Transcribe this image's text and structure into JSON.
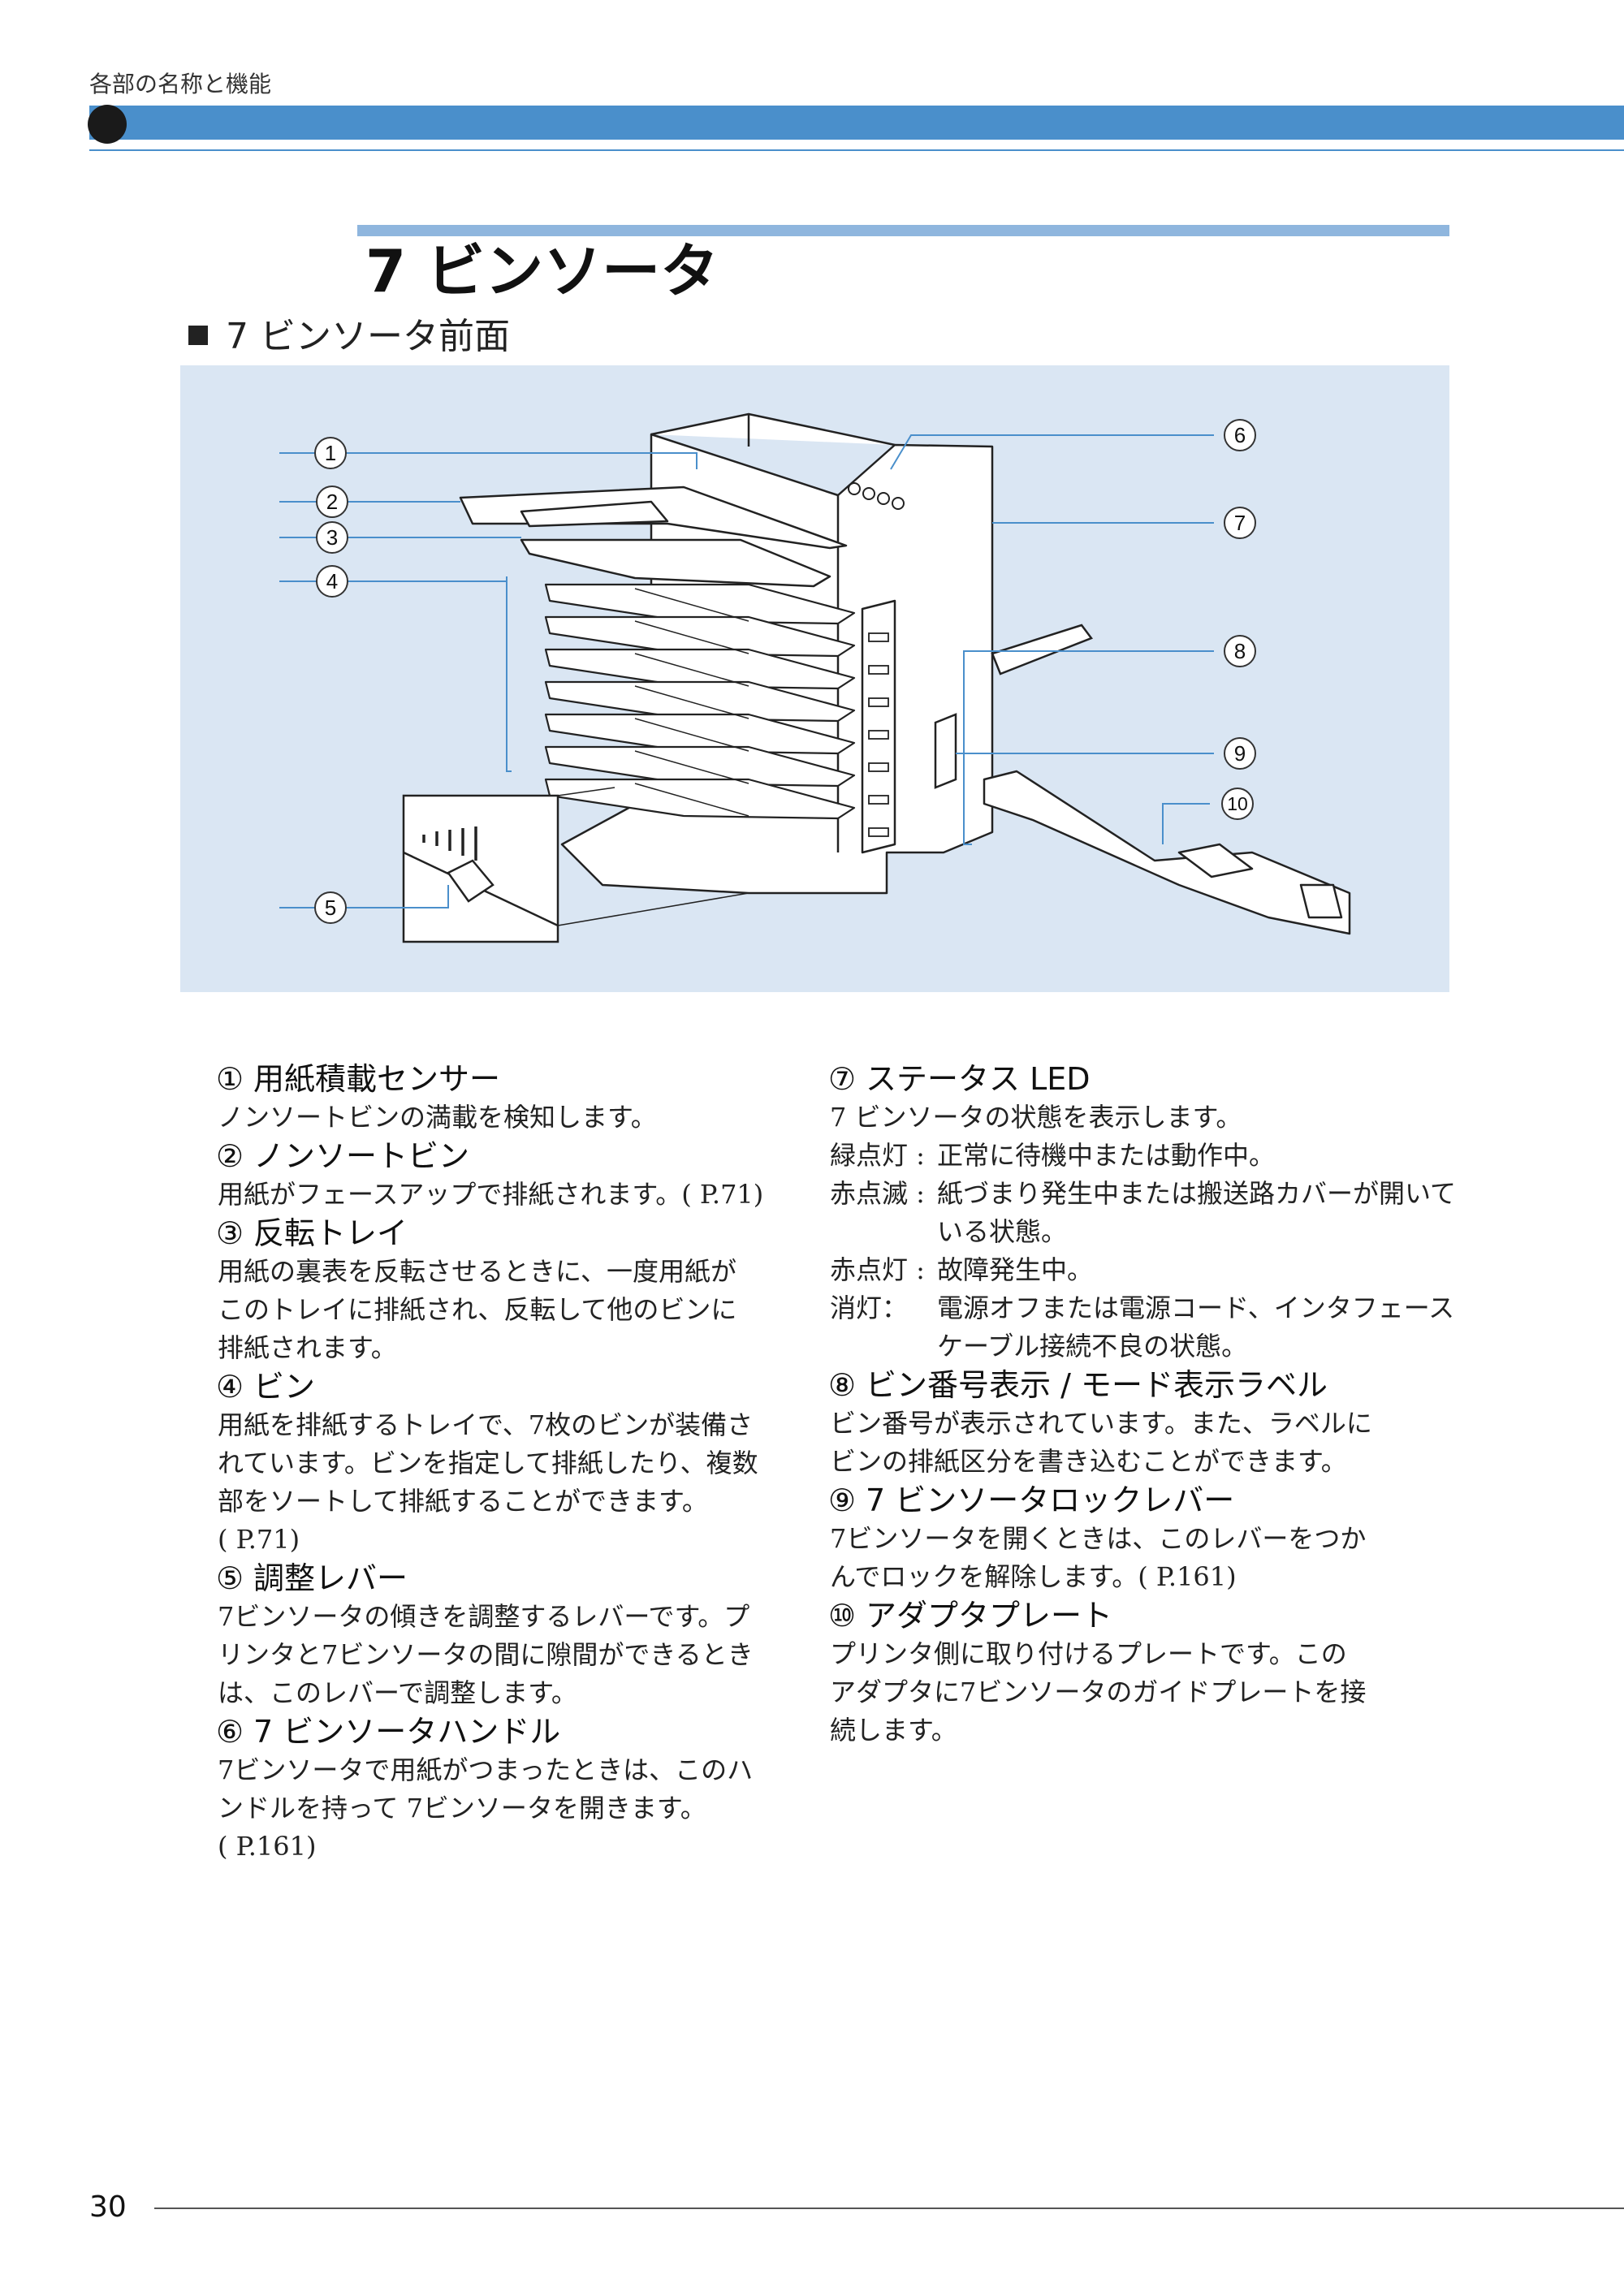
{
  "header": {
    "section_label": "各部の名称と機能"
  },
  "title": "7 ビンソータ",
  "subheading": "7 ビンソータ前面",
  "figure": {
    "callouts": [
      "1",
      "2",
      "3",
      "4",
      "5",
      "6",
      "7",
      "8",
      "9",
      "10"
    ]
  },
  "items_left": [
    {
      "num": "①",
      "title": "用紙積載センサー",
      "lines": [
        "ノンソートビンの満載を検知します。"
      ]
    },
    {
      "num": "②",
      "title": "ノンソートビン",
      "lines": [
        "用紙がフェースアップで排紙されます。( P.71)"
      ]
    },
    {
      "num": "③",
      "title": "反転トレイ",
      "lines": [
        "用紙の裏表を反転させるときに、一度用紙が",
        "このトレイに排紙され、反転して他のビンに",
        "排紙されます。"
      ]
    },
    {
      "num": "④",
      "title": "ビン",
      "lines": [
        "用紙を排紙するトレイで、7枚のビンが装備さ",
        "れています。ビンを指定して排紙したり、複数",
        "部をソートして排紙することができます。",
        "( P.71)"
      ]
    },
    {
      "num": "⑤",
      "title": "調整レバー",
      "lines": [
        "7ビンソータの傾きを調整するレバーです。プ",
        "リンタと7ビンソータの間に隙間ができるとき",
        "は、このレバーで調整します。"
      ]
    },
    {
      "num": "⑥",
      "title": "7 ビンソータハンドル",
      "lines": [
        "7ビンソータで用紙がつまったときは、このハ",
        "ンドルを持って 7ビンソータを開きます。",
        "( P.161)"
      ]
    }
  ],
  "item7": {
    "num": "⑦",
    "title": "ステータス LED",
    "intro": "7 ビンソータの状態を表示します。",
    "rows": [
      {
        "key": "緑点灯 :",
        "val": "正常に待機中または動作中。"
      },
      {
        "key": "赤点滅 :",
        "val": "紙づまり発生中または搬送路カバーが開いている状態。"
      },
      {
        "key": "赤点灯 :",
        "val": "故障発生中。"
      },
      {
        "key": "消灯：",
        "val": "電源オフまたは電源コード、インタフェースケーブル接続不良の状態。"
      }
    ]
  },
  "items_right": [
    {
      "num": "⑧",
      "title": "ビン番号表示 / モード表示ラベル",
      "lines": [
        "ビン番号が表示されています。また、ラベルに",
        "ビンの排紙区分を書き込むことができます。"
      ]
    },
    {
      "num": "⑨",
      "title": "7 ビンソータロックレバー",
      "lines": [
        "7ビンソータを開くときは、このレバーをつか",
        "んでロックを解除します。( P.161)"
      ]
    },
    {
      "num": "⑩",
      "title": "アダプタプレート",
      "lines": [
        "プリンタ側に取り付けるプレートです。この",
        "アダプタに7ビンソータのガイドプレートを接",
        "続します。"
      ]
    }
  ],
  "footer": {
    "page_number": "30"
  },
  "colors": {
    "header_bar": "#4a8fcb",
    "title_bar": "#8fb6de",
    "figure_bg": "#dae6f3"
  }
}
